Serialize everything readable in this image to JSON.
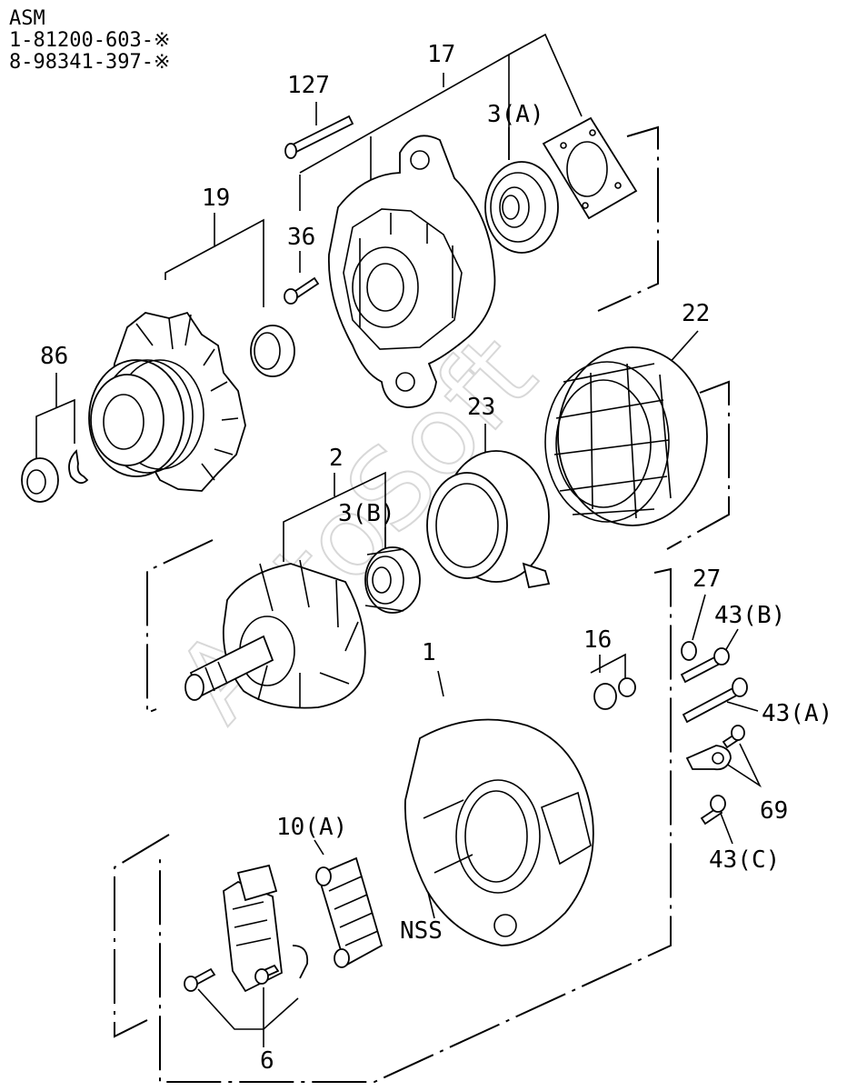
{
  "header": {
    "line1": "ASM",
    "line2": "1-81200-603-※",
    "line3": "8-98341-397-※"
  },
  "watermark": "AutoSoft",
  "callouts": {
    "p127": "127",
    "p17": "17",
    "p3a": "3(A)",
    "p19": "19",
    "p36": "36",
    "p86": "86",
    "p22": "22",
    "p23": "23",
    "p2": "2",
    "p3b": "3(B)",
    "p27": "27",
    "p43b": "43(B)",
    "p16": "16",
    "p1": "1",
    "p43a": "43(A)",
    "p69": "69",
    "p10a": "10(A)",
    "p43c": "43(C)",
    "nss": "NSS",
    "p6": "6"
  },
  "colors": {
    "line": "#000000",
    "background": "#ffffff",
    "watermark": "#d8d8d8"
  }
}
